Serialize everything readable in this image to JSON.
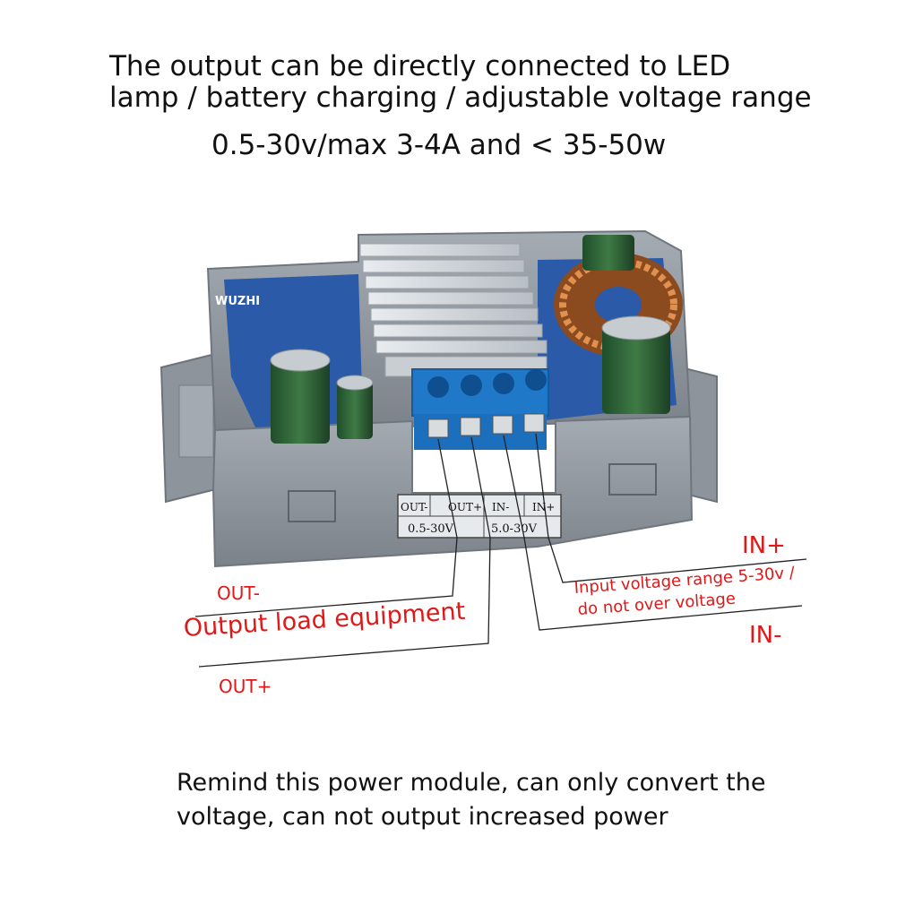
{
  "header": {
    "line1": "The output can be directly connected to LED",
    "line2": "lamp / battery charging / adjustable voltage range",
    "line3": "0.5-30v/max 3-4A and < 35-50w"
  },
  "module": {
    "brand": "WUZHI",
    "terminal_labels": [
      "OUT-",
      "OUT+",
      "IN-",
      "IN+"
    ],
    "range_out": "0.5-30V",
    "range_in": "5.0-30V"
  },
  "callouts": {
    "out_minus": "OUT-",
    "out_plus": "OUT+",
    "output_load": "Output load equipment",
    "in_plus": "IN+",
    "in_minus": "IN-",
    "input_range_line1": "Input voltage range 5-30v /",
    "input_range_line2": "do not over voltage"
  },
  "footer": {
    "line1": "Remind this power module, can only convert the",
    "line2": "voltage, can not output increased power"
  },
  "colors": {
    "callout_red": "#e01818",
    "case_gray": "#8f969e",
    "pcb_blue": "#2a5aa8",
    "terminal_blue": "#1f78c8",
    "copper": "#c0703a"
  }
}
